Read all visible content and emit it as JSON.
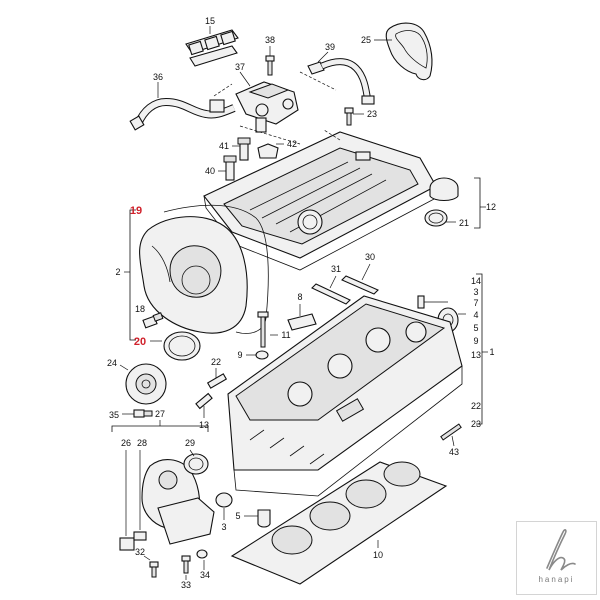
{
  "callouts": [
    {
      "id": "c15",
      "text": "15",
      "red": false
    },
    {
      "id": "c25",
      "text": "25",
      "red": false
    },
    {
      "id": "c38",
      "text": "38",
      "red": false
    },
    {
      "id": "c39",
      "text": "39",
      "red": false
    },
    {
      "id": "c37",
      "text": "37",
      "red": false
    },
    {
      "id": "c36",
      "text": "36",
      "red": false
    },
    {
      "id": "c23a",
      "text": "23",
      "red": false
    },
    {
      "id": "c41",
      "text": "41",
      "red": false
    },
    {
      "id": "c42",
      "text": "42",
      "red": false
    },
    {
      "id": "c40",
      "text": "40",
      "red": false
    },
    {
      "id": "c12",
      "text": "12",
      "red": false
    },
    {
      "id": "c19",
      "text": "19",
      "red": true
    },
    {
      "id": "c21",
      "text": "21",
      "red": false
    },
    {
      "id": "c2",
      "text": "2",
      "red": false
    },
    {
      "id": "c30",
      "text": "30",
      "red": false
    },
    {
      "id": "c31",
      "text": "31",
      "red": false
    },
    {
      "id": "c14",
      "text": "14",
      "red": false
    },
    {
      "id": "c3a",
      "text": "3",
      "red": false
    },
    {
      "id": "c8",
      "text": "8",
      "red": false
    },
    {
      "id": "c7",
      "text": "7",
      "red": false
    },
    {
      "id": "c4",
      "text": "4",
      "red": false
    },
    {
      "id": "c18",
      "text": "18",
      "red": false
    },
    {
      "id": "c11",
      "text": "11",
      "red": false
    },
    {
      "id": "c5a",
      "text": "5",
      "red": false
    },
    {
      "id": "c9a",
      "text": "9",
      "red": false
    },
    {
      "id": "c20",
      "text": "20",
      "red": true
    },
    {
      "id": "c13a",
      "text": "13",
      "red": false
    },
    {
      "id": "c1",
      "text": "1",
      "red": false
    },
    {
      "id": "c9b",
      "text": "9",
      "red": false
    },
    {
      "id": "c24",
      "text": "24",
      "red": false
    },
    {
      "id": "c22a",
      "text": "22",
      "red": false
    },
    {
      "id": "c35",
      "text": "35",
      "red": false
    },
    {
      "id": "c13b",
      "text": "13",
      "red": false
    },
    {
      "id": "c22b",
      "text": "22",
      "red": false
    },
    {
      "id": "c23b",
      "text": "23",
      "red": false
    },
    {
      "id": "c27",
      "text": "27",
      "red": false
    },
    {
      "id": "c26",
      "text": "26",
      "red": false
    },
    {
      "id": "c28",
      "text": "28",
      "red": false
    },
    {
      "id": "c29",
      "text": "29",
      "red": false
    },
    {
      "id": "c43",
      "text": "43",
      "red": false
    },
    {
      "id": "c5b",
      "text": "5",
      "red": false
    },
    {
      "id": "c3b",
      "text": "3",
      "red": false
    },
    {
      "id": "c10",
      "text": "10",
      "red": false
    },
    {
      "id": "c32",
      "text": "32",
      "red": false
    },
    {
      "id": "c33",
      "text": "33",
      "red": false
    },
    {
      "id": "c34",
      "text": "34",
      "red": false
    }
  ],
  "brand": {
    "name": "hanapi"
  }
}
